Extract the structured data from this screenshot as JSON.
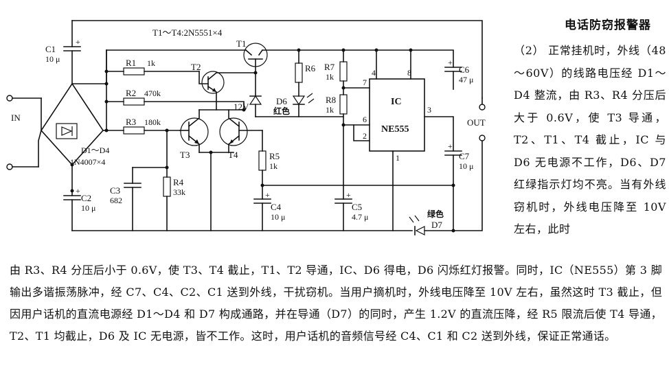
{
  "title": "电话防窃报警器",
  "description": {
    "side": "（2） 正常挂机时，外线（48～60V）的线路电压经 D1～D4 整流，由 R3、R4 分压后大于 0.6V，使 T3 导通，T2、T1、T4 截止，IC 与 D6 无电源不工作，D6、D7 红绿指示灯均不亮。当有外线窃机时，外线电压降至 10V 左右，此时",
    "bottom": "由 R3、R4 分压后小于 0.6V，使 T3、T4 截止，T1、T2 导通，IC、D6 得电，D6 闪烁红灯报警。同时，IC（NE555）第 3 脚输出多谐振荡脉冲，经 C7、C4、C2、C1 送到外线，干扰窃机。当用户摘机时，外线电压降至 10V 左右，虽然这时 T3 截止，但因用户话机的直流电源经 D1～D4 和 D7 构成通路，并在导通（D7）的同时，产生 1.2V 的直流压降，经 R5 限流后使 T4 导通，T2、T1 均截止，D6 及 IC 无电源，皆不工作。这时，用户话机的音频信号经 C4、C1 和 C2 送到外线，保证正常通话。"
  },
  "circuit": {
    "transistor_note": "T1～T4:2N5551×4",
    "in_label": "IN",
    "out_label": "OUT",
    "ic_label": "IC",
    "ic_part": "NE555",
    "components": {
      "C1": {
        "name": "C1",
        "value": "10 μ"
      },
      "C2": {
        "name": "C2",
        "value": "10 μ"
      },
      "C3": {
        "name": "C3",
        "value": "682"
      },
      "C4": {
        "name": "C4",
        "value": "10 μ"
      },
      "C5": {
        "name": "C5",
        "value": "4.7 μ"
      },
      "C6": {
        "name": "C6",
        "value": "47 μ"
      },
      "C7": {
        "name": "C7",
        "value": "10 μ"
      },
      "R1": {
        "name": "R1",
        "value": "1k"
      },
      "R2": {
        "name": "R2",
        "value": "470k"
      },
      "R3": {
        "name": "R3",
        "value": "180k"
      },
      "R4": {
        "name": "R4",
        "value": "33k"
      },
      "R5": {
        "name": "R5",
        "value": "1k"
      },
      "R6": {
        "name": "R6"
      },
      "R7": {
        "name": "R7",
        "value": "1k"
      },
      "R8": {
        "name": "R8",
        "value": "1k"
      },
      "T1": {
        "name": "T1"
      },
      "T2": {
        "name": "T2"
      },
      "T3": {
        "name": "T3"
      },
      "T4": {
        "name": "T4"
      },
      "D6": {
        "name": "D6",
        "note": "红色"
      },
      "D7": {
        "name": "D7",
        "note": "绿色"
      },
      "zener": {
        "value": "12V"
      },
      "bridge": {
        "name": "D1～D4",
        "part": "1N4007×4"
      }
    },
    "ic_pins": {
      "p1": "1",
      "p2": "2",
      "p3": "3",
      "p4": "4",
      "p6": "6",
      "p7": "7",
      "p8": "8"
    }
  }
}
